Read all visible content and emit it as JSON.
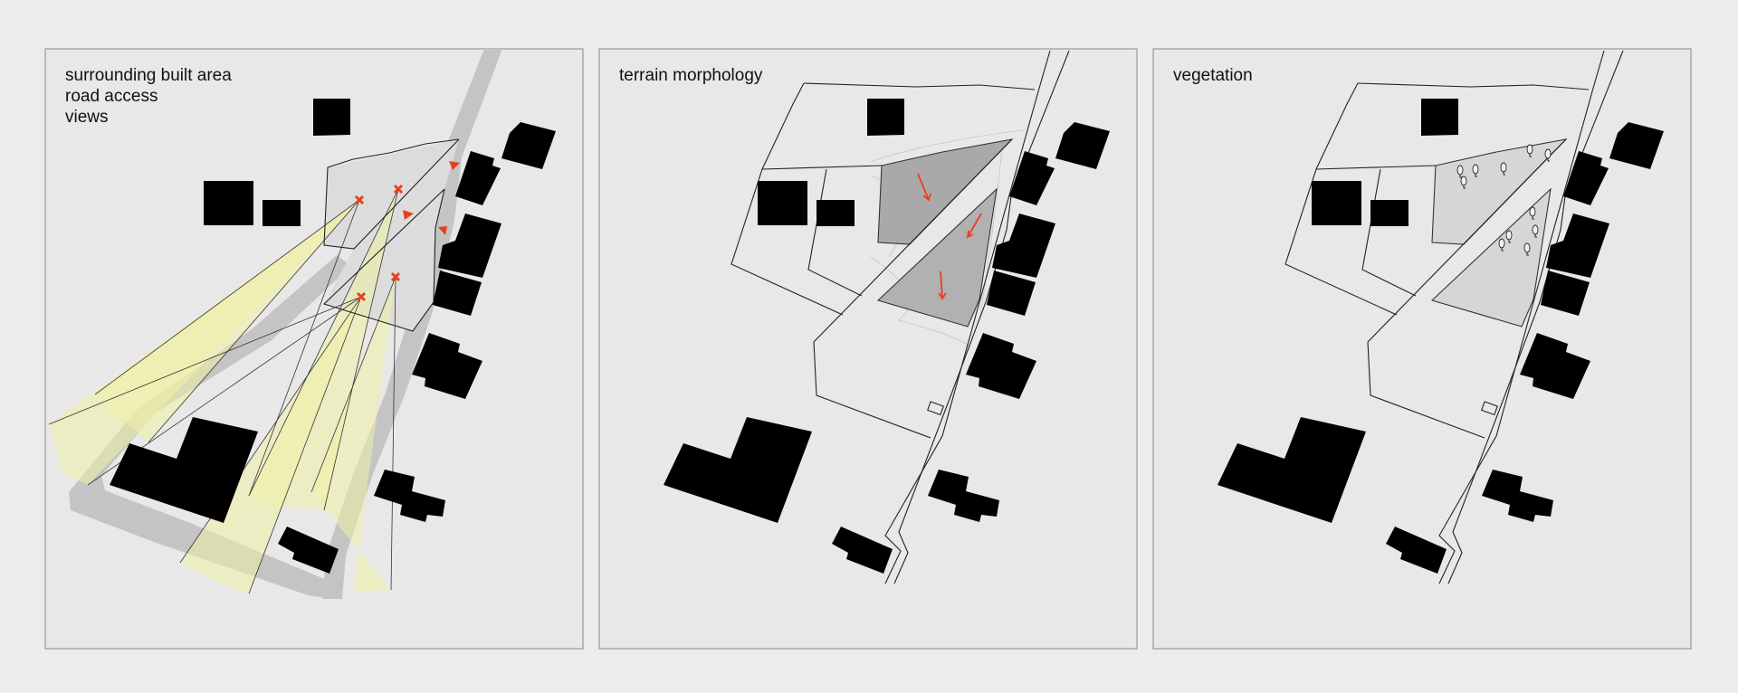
{
  "panels": [
    {
      "id": "context",
      "labels": [
        "surrounding built area",
        "road access",
        "views"
      ]
    },
    {
      "id": "terrain",
      "labels": [
        "terrain morphology"
      ]
    },
    {
      "id": "vegetation",
      "labels": [
        "vegetation"
      ]
    }
  ],
  "colors": {
    "buildings": "#000000",
    "marker": "#e8401c",
    "view_cone": "#f1f0a6",
    "site_terrain": "#a9a9a9",
    "site_vegetation": "#d6d6d6",
    "road_shadow": "#c4c4c4"
  },
  "icons": {
    "view_point": "x-marker-icon",
    "access": "triangle-marker-icon",
    "slope": "arrow-icon",
    "tree": "tree-icon"
  }
}
